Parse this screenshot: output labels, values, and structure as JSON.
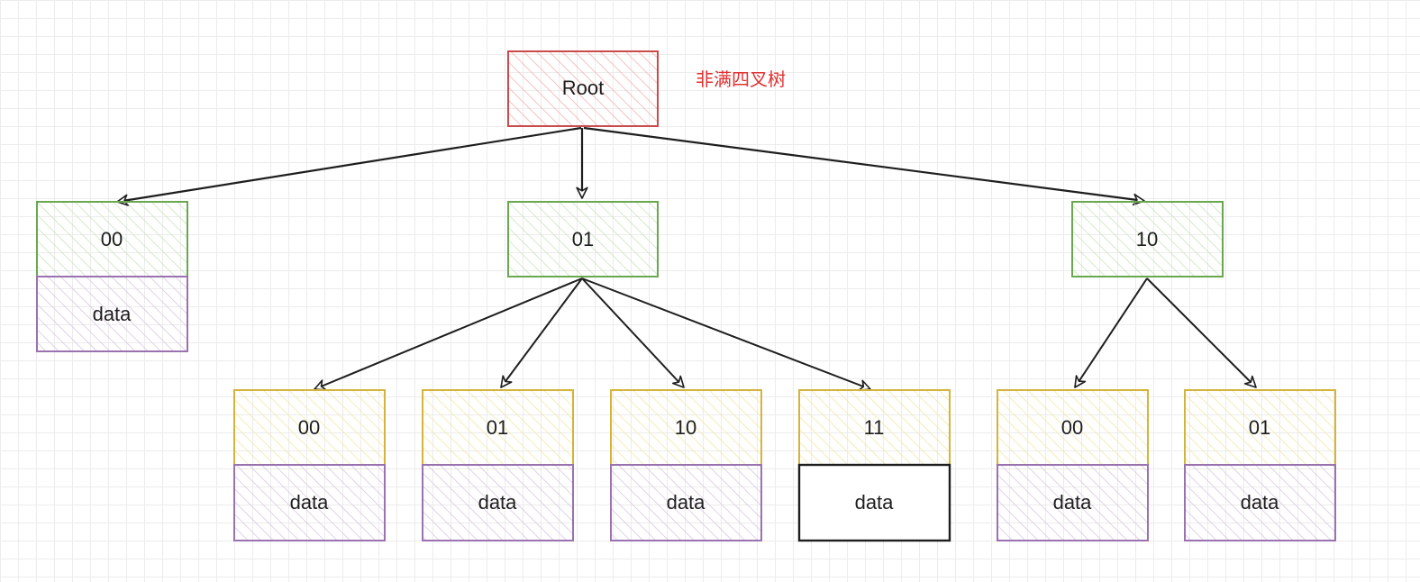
{
  "colors": {
    "root": "#c94b4b",
    "level1": "#6aa84f",
    "key": "#d4b43c",
    "data": "#9b72b0",
    "plain": "#1e1e1e",
    "caption": "#e03131",
    "arrow": "#1e1e1e"
  },
  "caption": "非满四叉树",
  "root": {
    "label": "Root"
  },
  "level1": [
    {
      "id": "l1-00",
      "label": "00",
      "data": "data"
    },
    {
      "id": "l1-01",
      "label": "01"
    },
    {
      "id": "l1-10",
      "label": "10"
    }
  ],
  "level2": [
    {
      "id": "l2-01-00",
      "parent": "l1-01",
      "label": "00",
      "data": "data",
      "filled": true
    },
    {
      "id": "l2-01-01",
      "parent": "l1-01",
      "label": "01",
      "data": "data",
      "filled": true
    },
    {
      "id": "l2-01-10",
      "parent": "l1-01",
      "label": "10",
      "data": "data",
      "filled": true
    },
    {
      "id": "l2-01-11",
      "parent": "l1-01",
      "label": "11",
      "data": "data",
      "filled": false
    },
    {
      "id": "l2-10-00",
      "parent": "l1-10",
      "label": "00",
      "data": "data",
      "filled": true
    },
    {
      "id": "l2-10-01",
      "parent": "l1-10",
      "label": "01",
      "data": "data",
      "filled": true
    }
  ]
}
